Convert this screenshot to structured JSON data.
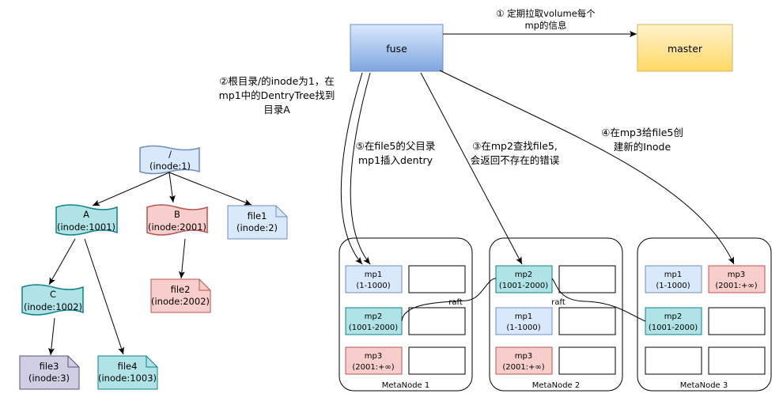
{
  "nodes": {
    "fuse": "fuse",
    "master": "master",
    "root": [
      "/",
      "(inode:1)"
    ],
    "A": [
      "A",
      "(inode:1001)"
    ],
    "B": [
      "B",
      "(inode:2001)"
    ],
    "C": [
      "C",
      "(inode:1002)"
    ],
    "file1": [
      "file1",
      "(inode:2)"
    ],
    "file2": [
      "file2",
      "(inode:2002)"
    ],
    "file3": [
      "file3",
      "(inode:3)"
    ],
    "file4": [
      "file4",
      "(inode:1003)"
    ]
  },
  "annotations": {
    "a1": [
      "① 定期拉取volume每个",
      "mp的信息"
    ],
    "a2": [
      "②根目录/的inode为1，在",
      "mp1中的DentryTree找到",
      "目录A"
    ],
    "a3": [
      "③在mp2查找file5,",
      "会返回不存在的错误"
    ],
    "a4": [
      "④在mp3给file5创",
      "建新的Inode"
    ],
    "a5": [
      "⑤在file5的父目录",
      "mp1插入dentry"
    ],
    "raft1": "raft",
    "raft2": "raft"
  },
  "metanodes": [
    {
      "name": "MetaNode 1",
      "parts": [
        [
          "mp1",
          "(1-1000)"
        ],
        [
          "mp2",
          "(1001-2000)"
        ],
        [
          "mp3",
          "(2001:+∞)"
        ]
      ]
    },
    {
      "name": "MetaNode 2",
      "parts": [
        [
          "mp2",
          "(1001-2000)"
        ],
        [
          "mp1",
          "(1-1000)"
        ],
        [
          "mp3",
          "(2001:+∞)"
        ]
      ]
    },
    {
      "name": "MetaNode 3",
      "parts": [
        [
          "mp1",
          "(1-1000)"
        ],
        [
          "mp3",
          "(2001:+∞)"
        ],
        [
          "mp2",
          "(1001-2000)"
        ]
      ]
    }
  ],
  "colors": {
    "blue_fill": "#dae8fc",
    "blue_stroke": "#6c8ebf",
    "red_fill": "#f8cecc",
    "red_stroke": "#b85450",
    "teal_fill": "#b0e3e6",
    "teal_stroke": "#0e8088",
    "purple_fill": "#d0cee2",
    "purple_stroke": "#56517e",
    "yellow_fill": "#fff2cc",
    "yellow_stroke": "#d6b656"
  }
}
